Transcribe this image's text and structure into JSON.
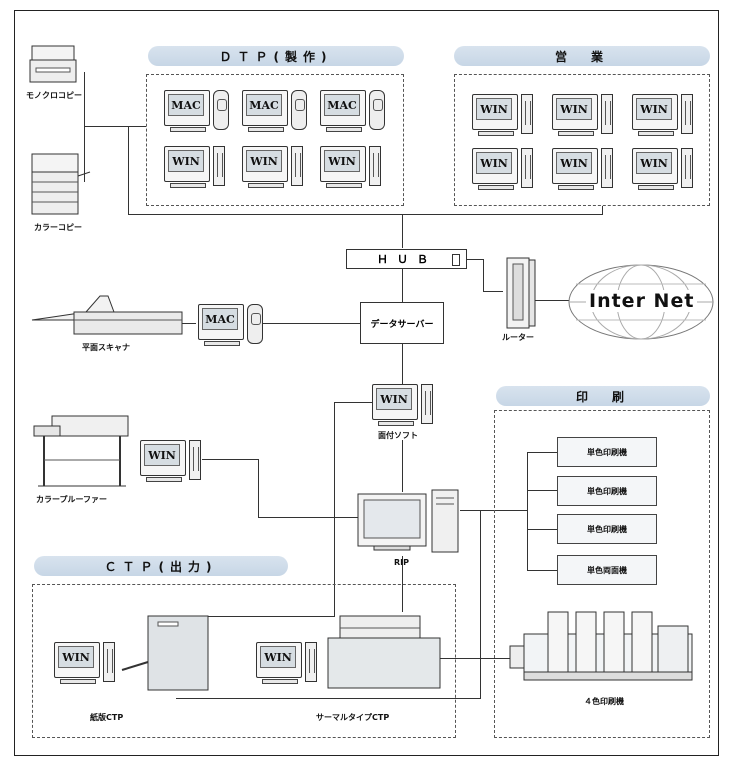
{
  "sections": {
    "dtp": "ＤＴＰ(製作)",
    "sales": "営　業",
    "printing": "印　刷",
    "ctp": "ＣＴＰ(出力)"
  },
  "devices": {
    "mono_copier": "モノクロコピー",
    "color_copier": "カラーコピー",
    "hub": "ＨＵＢ",
    "router": "ルーター",
    "internet": "Inter Net",
    "data_server": "データサーバー",
    "flatbed_scanner": "平面スキャナ",
    "imposition": "面付ソフト",
    "color_proofer": "カラープルーファー",
    "rip": "RIP",
    "paper_ctp": "紙版CTP",
    "thermal_ctp": "サーマルタイプCTP",
    "press_4color": "４色印刷機",
    "press_single_1": "単色印刷機",
    "press_single_2": "単色印刷機",
    "press_single_3": "単色印刷機",
    "press_duplex": "単色両面機"
  },
  "computers": {
    "dtp_row1": [
      "MAC",
      "MAC",
      "MAC"
    ],
    "dtp_row2": [
      "WIN",
      "WIN",
      "WIN"
    ],
    "sales_row1": [
      "WIN",
      "WIN",
      "WIN"
    ],
    "sales_row2": [
      "WIN",
      "WIN",
      "WIN"
    ],
    "scanner_pc": "MAC",
    "imposition_pc": "WIN",
    "proofer_pc": "WIN",
    "paper_ctp_pc": "WIN",
    "thermal_ctp_pc": "WIN"
  },
  "colors": {
    "header_fill": "#cfdcea",
    "frame": "#222222",
    "screen": "#d6dde2"
  }
}
